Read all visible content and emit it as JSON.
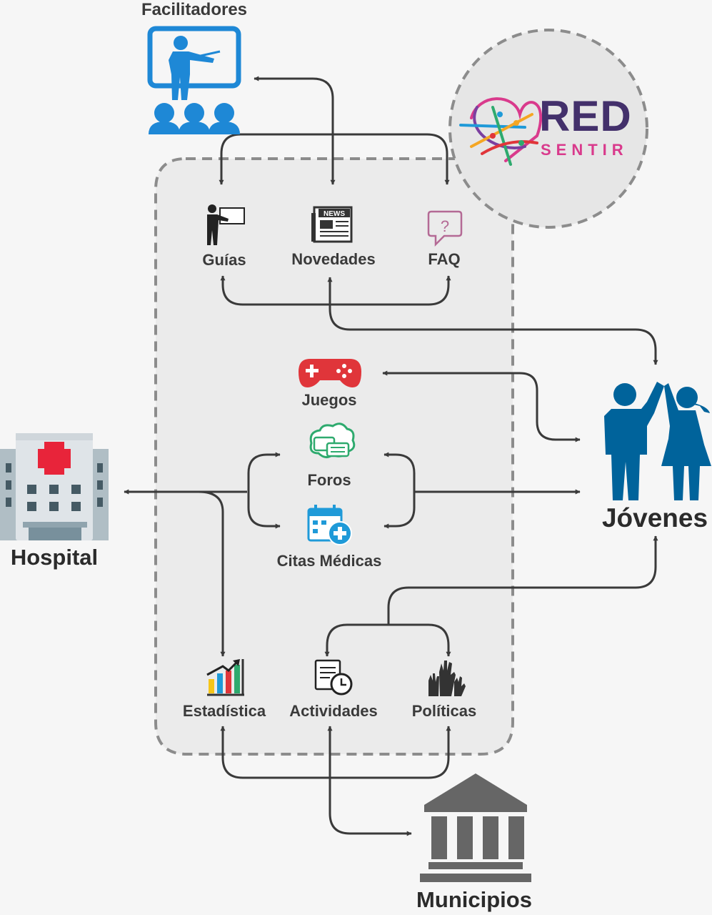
{
  "logo": {
    "word1": "RED",
    "word2": "SENTIR"
  },
  "actors": {
    "facilitadores": "Facilitadores",
    "hospital": "Hospital",
    "jovenes": "Jóvenes",
    "municipios": "Municipios"
  },
  "modules": {
    "guias": "Guías",
    "novedades": "Novedades",
    "faq": "FAQ",
    "juegos": "Juegos",
    "foros": "Foros",
    "citas": "Citas Médicas",
    "estadistica": "Estadística",
    "actividades": "Actividades",
    "politicas": "Políticas"
  },
  "icons": {
    "news_text": "NEWS",
    "faq_glyph": "?"
  },
  "colors": {
    "arrow": "#3a3a3a",
    "dashed_border": "#8c8c8c",
    "facilitator_blue": "#1e88d6",
    "jovenes_blue": "#00639b",
    "hospital_red": "#e8243a",
    "juegos_red": "#e0353a",
    "foros_green": "#2eaa6e",
    "citas_blue": "#1f9ad8",
    "faq_pink": "#b46a95",
    "municipio_gray": "#666666",
    "logo_purple": "#43306b",
    "logo_pink": "#d93a8c"
  }
}
